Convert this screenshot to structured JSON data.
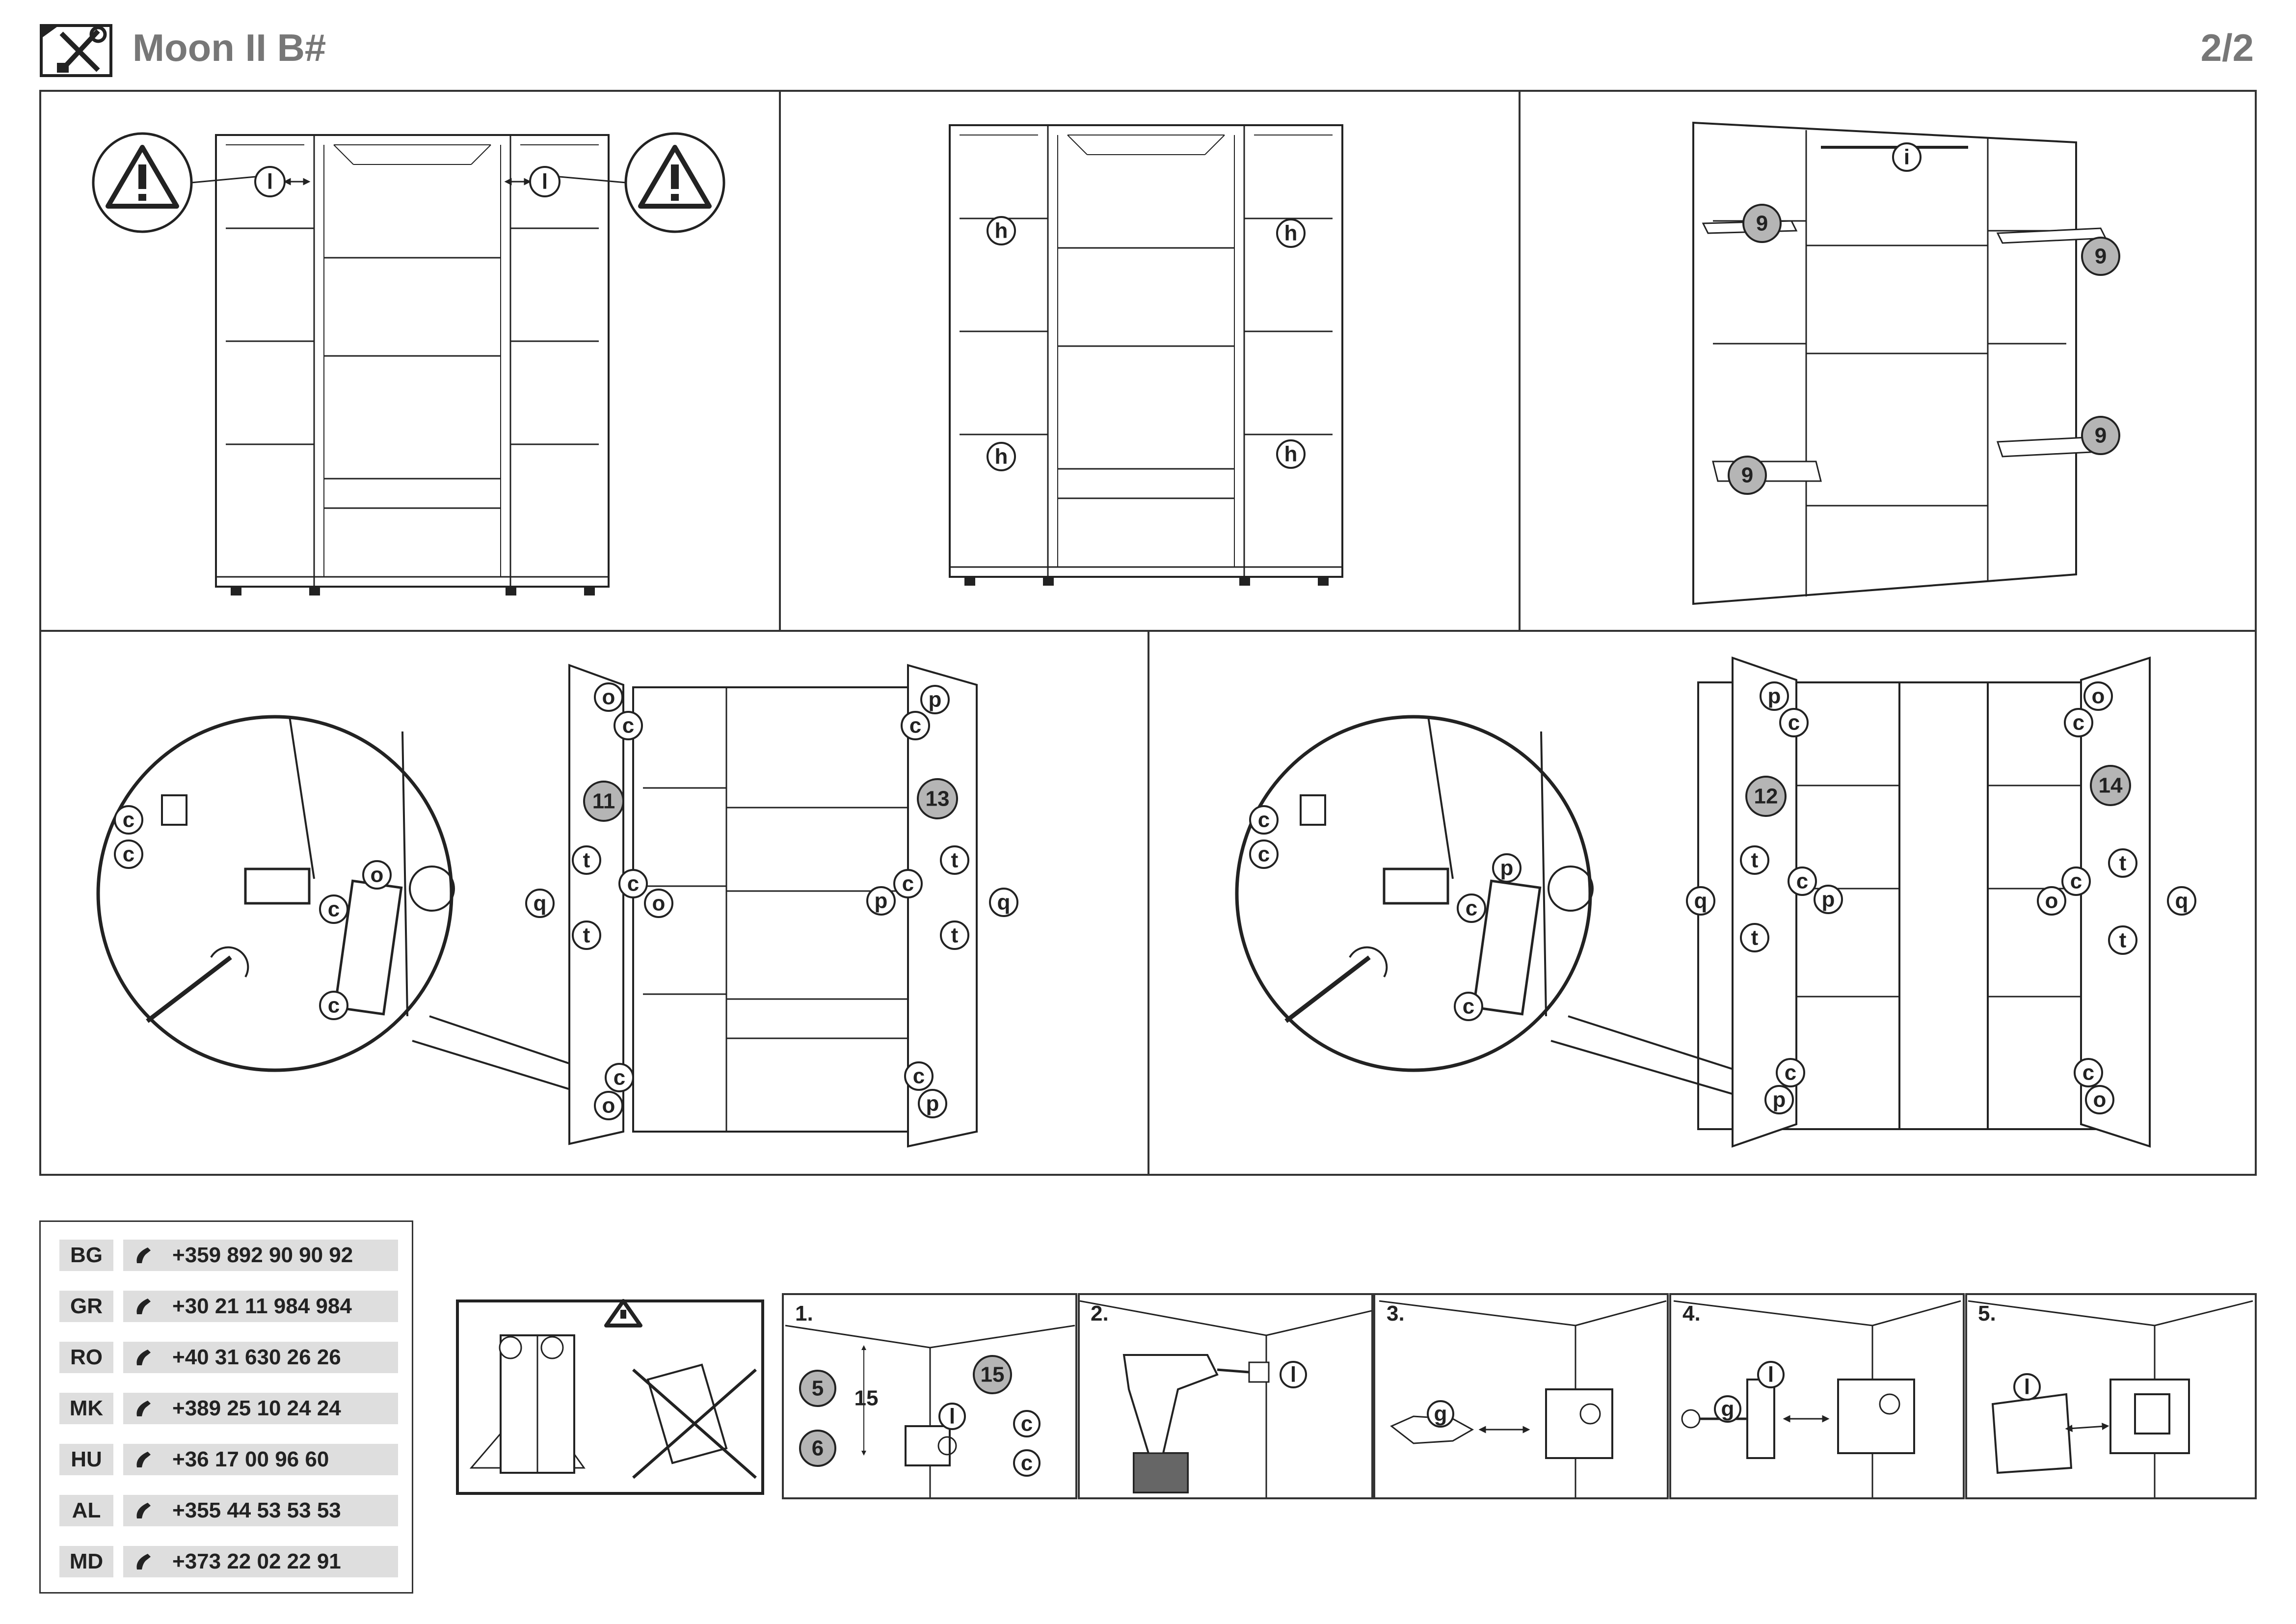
{
  "header": {
    "title": "Moon II B#",
    "page": "2/2"
  },
  "labels": {
    "l": "l",
    "h": "h",
    "i": "i",
    "o": "o",
    "c": "c",
    "p": "p",
    "t": "t",
    "q": "q",
    "g": "g"
  },
  "parts": {
    "p9": "9",
    "p11": "11",
    "p12": "12",
    "p13": "13",
    "p14": "14",
    "p5": "5",
    "p6": "6",
    "p15": "15"
  },
  "wall_steps": [
    "1.",
    "2.",
    "3.",
    "4.",
    "5."
  ],
  "dimension": "15",
  "contacts": [
    {
      "code": "BG",
      "phone": "+359 892 90 90 92"
    },
    {
      "code": "GR",
      "phone": "+30 21 11 984 984"
    },
    {
      "code": "RO",
      "phone": "+40 31 630 26 26"
    },
    {
      "code": "MK",
      "phone": "+389 25 10 24 24"
    },
    {
      "code": "HU",
      "phone": "+36 17 00 96 60"
    },
    {
      "code": "AL",
      "phone": "+355 44 53 53 53"
    },
    {
      "code": "MD",
      "phone": "+373 22 02 22 91"
    }
  ],
  "icons": {
    "tools": "screwdriver-wrench-icon",
    "warning": "warning-triangle-icon",
    "phone": "phone-handset-icon"
  },
  "colors": {
    "title_gray": "#777777",
    "part_fill": "#b5b5b5",
    "contact_bg": "#dedede"
  }
}
